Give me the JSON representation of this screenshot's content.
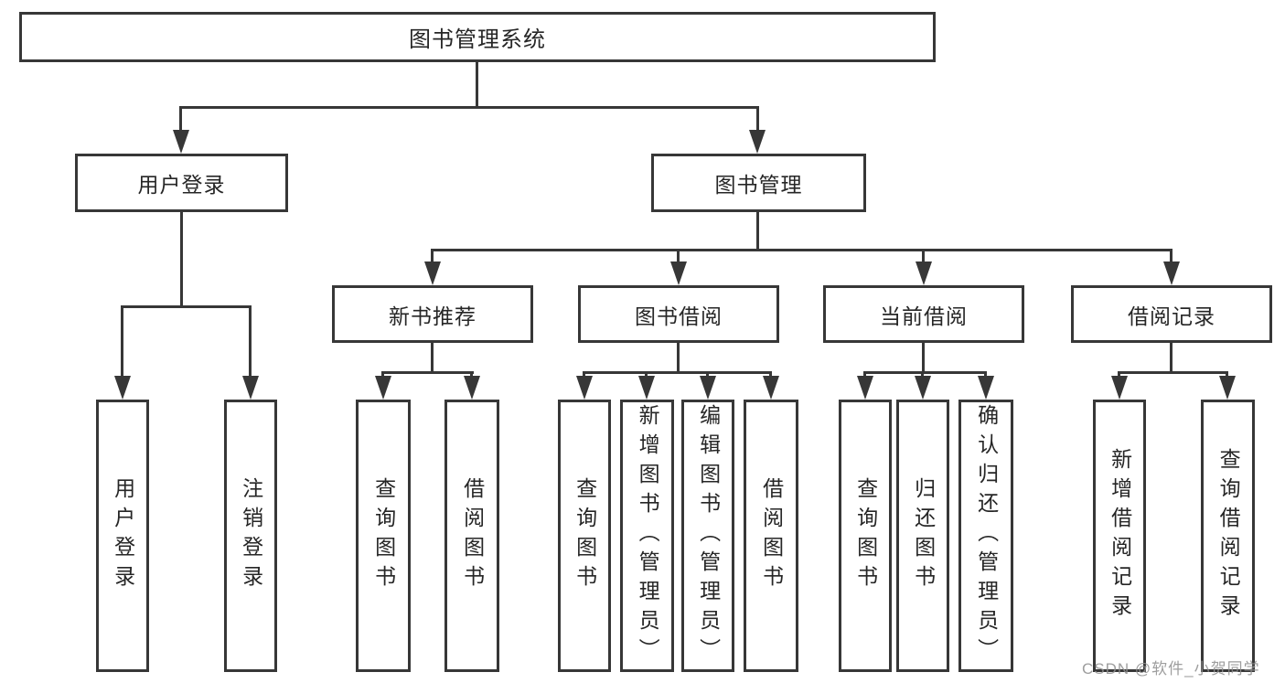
{
  "diagram_title": "图书管理系统",
  "colors": {
    "line": "#373737",
    "text": "#262626",
    "background": "#ffffff",
    "watermark": "#919191"
  },
  "nodes": {
    "root": "图书管理系统",
    "user_login": "用户登录",
    "book_management": "图书管理",
    "new_book_recommend": "新书推荐",
    "book_borrowing": "图书借阅",
    "current_borrowing": "当前借阅",
    "borrowing_records": "借阅记录",
    "leaf_user_login": "用户登录",
    "leaf_logout": "注销登录",
    "leaf_query_books_rec": "查询图书",
    "leaf_borrow_books_rec": "借阅图书",
    "leaf_query_books_borrow": "查询图书",
    "leaf_add_books_admin": "新增图书（管理员）",
    "leaf_edit_books_admin": "编辑图书（管理员）",
    "leaf_borrow_books_borrow": "借阅图书",
    "leaf_query_books_current": "查询图书",
    "leaf_return_books": "归还图书",
    "leaf_confirm_return_admin": "确认归还（管理员）",
    "leaf_add_borrow_record": "新增借阅记录",
    "leaf_query_borrow_record": "查询借阅记录"
  },
  "watermark": {
    "text": "CSDN @软件_小贺同学"
  }
}
